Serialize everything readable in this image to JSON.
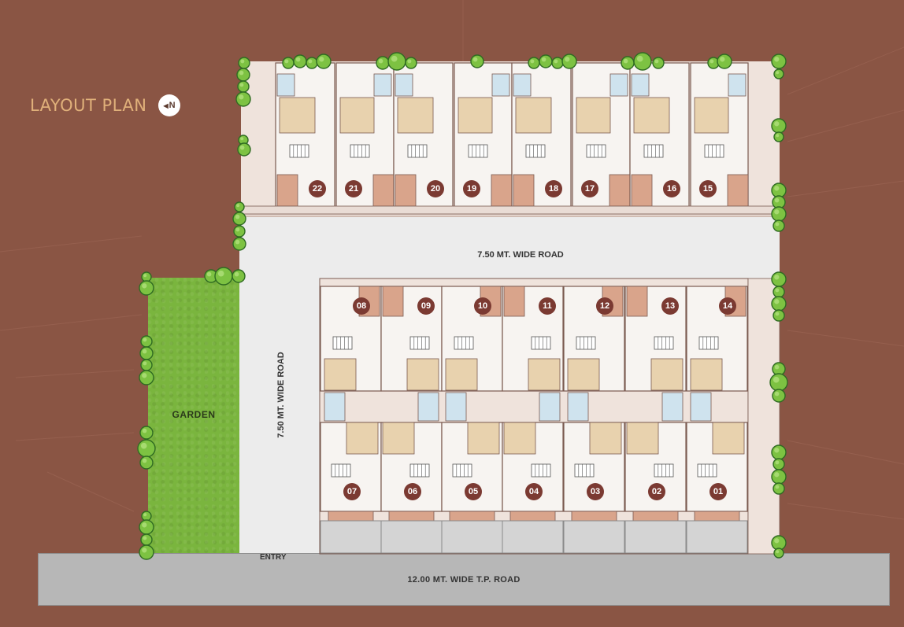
{
  "title": "LAYOUT PLAN",
  "north": "N",
  "labels": {
    "road_horizontal": "7.50 MT. WIDE ROAD",
    "road_vertical": "7.50 MT. WIDE ROAD",
    "garden": "GARDEN",
    "entry": "ENTRY",
    "main_road": "12.00 MT. WIDE T.P. ROAD"
  },
  "colors": {
    "background": "#8a5544",
    "garden": "#7ab53e",
    "unit_number": "#7b3a32",
    "title": "#e0b07a"
  },
  "units_top_row": [
    "22",
    "21",
    "20",
    "19",
    "18",
    "17",
    "16",
    "15"
  ],
  "units_middle_row": [
    "08",
    "09",
    "10",
    "11",
    "12",
    "13",
    "14"
  ],
  "units_bottom_row": [
    "07",
    "06",
    "05",
    "04",
    "03",
    "02",
    "01"
  ]
}
